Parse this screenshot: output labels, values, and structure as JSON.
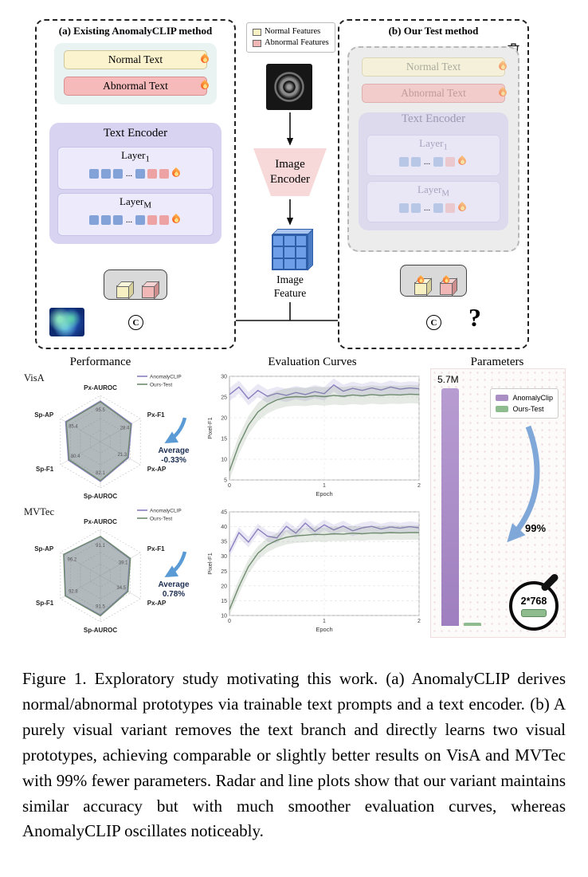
{
  "panel_a": {
    "title": "(a) Existing AnomalyCLIP method",
    "normal_text": "Normal Text",
    "abnormal_text": "Abnormal Text",
    "encoder_title": "Text Encoder",
    "layer1_label": "Layer",
    "layer1_sub": "1",
    "layerM_label": "Layer",
    "layerM_sub": "M",
    "dots": "..."
  },
  "legend": {
    "normal": "Normal Features",
    "abnormal": "Abnormal Features"
  },
  "middle": {
    "image_encoder_line1": "Image",
    "image_encoder_line2": "Encoder",
    "image_feature": "Image Feature"
  },
  "panel_b": {
    "title": "(b) Our Test method",
    "normal_text": "Normal Text",
    "abnormal_text": "Abnormal Text",
    "encoder_title": "Text Encoder",
    "layer1_label": "Layer",
    "layer1_sub": "1",
    "layerM_label": "Layer",
    "layerM_sub": "M",
    "dots": "...",
    "question_mark": "?"
  },
  "concat": "C",
  "section_titles": {
    "performance": "Performance",
    "curves": "Evaluation Curves",
    "parameters": "Parameters"
  },
  "chart_data": [
    {
      "type": "radar",
      "title": "VisA",
      "axes": [
        "Px-AUROC",
        "Px-F1",
        "Px-AP",
        "Sp-AUROC",
        "Sp-F1",
        "Sp-AP"
      ],
      "series": [
        {
          "name": "AnomalyCLIP",
          "color": "#8b7fc0",
          "values": [
            95.5,
            28.4,
            21.3,
            82.1,
            80.4,
            85.4
          ],
          "fractions": [
            0.88,
            0.78,
            0.7,
            0.86,
            0.8,
            0.87
          ]
        },
        {
          "name": "Ours-Test",
          "color": "#6e8b6e",
          "values": [
            95.2,
            28.0,
            21.0,
            81.8,
            80.1,
            85.0
          ],
          "fractions": [
            0.86,
            0.76,
            0.68,
            0.84,
            0.78,
            0.85
          ]
        }
      ],
      "annotation": {
        "line1": "Average",
        "line2": "-0.33%"
      },
      "legend_position": "top-right",
      "grid": true
    },
    {
      "type": "radar",
      "title": "MVTec",
      "axes": [
        "Px-AUROC",
        "Px-F1",
        "Px-AP",
        "Sp-AUROC",
        "Sp-F1",
        "Sp-AP"
      ],
      "series": [
        {
          "name": "AnomalyCLIP",
          "color": "#8b7fc0",
          "values": [
            91.1,
            39.1,
            34.5,
            91.5,
            92.8,
            96.2
          ],
          "fractions": [
            0.84,
            0.73,
            0.67,
            0.85,
            0.87,
            0.91
          ]
        },
        {
          "name": "Ours-Test",
          "color": "#6e8b6e",
          "values": [
            91.4,
            39.6,
            35.0,
            92.3,
            93.4,
            96.6
          ],
          "fractions": [
            0.85,
            0.75,
            0.69,
            0.87,
            0.88,
            0.92
          ]
        }
      ],
      "annotation": {
        "line1": "Average",
        "line2": "0.78%"
      },
      "legend_position": "top-right",
      "grid": true
    },
    {
      "type": "line",
      "xlabel": "Epoch",
      "ylabel": "Pixel-F1",
      "xlim": [
        0,
        2
      ],
      "xticks": [
        0,
        1,
        2
      ],
      "ylim": [
        5,
        30
      ],
      "yticks": [
        5,
        10,
        15,
        20,
        25,
        30
      ],
      "grid": true,
      "series": [
        {
          "name": "AnomalyCLIP",
          "color": "#8b7fc0",
          "band": 1.6,
          "values": [
            25.6,
            27.4,
            24.6,
            26.6,
            25.2,
            25.9,
            25.4,
            26.1,
            25.6,
            26.3,
            25.8,
            27.9,
            26.4,
            27.1,
            26.6,
            27.2,
            26.7,
            27.4,
            26.9,
            27.2,
            27.0
          ]
        },
        {
          "name": "Ours-Test",
          "color": "#6e8b6e",
          "band": 2.2,
          "values": [
            7.2,
            13.5,
            18.2,
            21.4,
            23.2,
            24.3,
            24.9,
            25.1,
            25.0,
            25.3,
            25.1,
            25.4,
            25.2,
            25.5,
            25.3,
            25.6,
            25.4,
            25.6,
            25.5,
            25.7,
            25.6
          ]
        }
      ]
    },
    {
      "type": "line",
      "xlabel": "Epoch",
      "ylabel": "Pixel-F1",
      "xlim": [
        0,
        2
      ],
      "xticks": [
        0,
        1,
        2
      ],
      "ylim": [
        10,
        45
      ],
      "yticks": [
        10,
        15,
        20,
        25,
        30,
        35,
        40,
        45
      ],
      "grid": true,
      "series": [
        {
          "name": "AnomalyCLIP",
          "color": "#8b7fc0",
          "band": 1.8,
          "values": [
            31.5,
            38.0,
            34.8,
            39.2,
            36.8,
            36.2,
            40.1,
            37.8,
            41.2,
            38.4,
            40.6,
            38.9,
            40.2,
            38.6,
            39.6,
            40.1,
            39.2,
            39.9,
            39.5,
            40.0,
            39.6
          ]
        },
        {
          "name": "Ours-Test",
          "color": "#6e8b6e",
          "band": 2.4,
          "values": [
            12.0,
            19.8,
            26.5,
            31.0,
            33.8,
            35.4,
            36.4,
            36.9,
            37.1,
            37.4,
            37.3,
            37.6,
            37.5,
            37.8,
            37.6,
            37.9,
            37.8,
            38.0,
            37.9,
            38.0,
            38.0
          ]
        }
      ]
    },
    {
      "type": "bar",
      "series": [
        {
          "name": "AnomalyClip",
          "color": "#a98fc4",
          "value": 5700000,
          "label": "5.7M"
        },
        {
          "name": "Ours-Test",
          "color": "#8fbc8f",
          "value": 1536,
          "label": "2*768"
        }
      ],
      "annotation": "99%"
    }
  ],
  "caption": "Figure 1.  Exploratory study motivating this work.  (a) AnomalyCLIP derives normal/abnormal prototypes via trainable text prompts and a text encoder.  (b) A purely visual variant removes the text branch and directly learns two visual prototypes, achieving comparable or slightly better results on VisA and MVTec with 99% fewer parameters.  Radar and line plots show that our variant maintains similar accuracy but with much smoother evaluation curves, whereas AnomalyCLIP oscillates noticeably."
}
